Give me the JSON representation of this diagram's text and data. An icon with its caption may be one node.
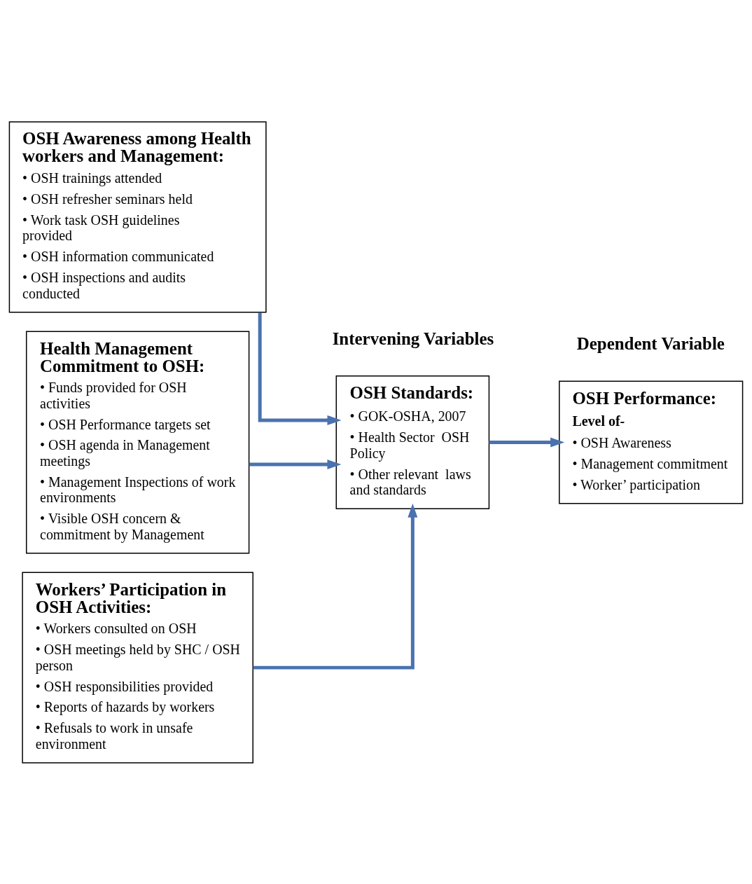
{
  "diagram": {
    "nodes": [
      {
        "text": [
          "OSH Awareness among Health workers and Management:",
          "• OSH trainings attended",
          "• OSH refresher seminars held",
          "• Work task OSH guidelines provided",
          "• OSH information communicated",
          "• OSH inspections and audits conducted"
        ]
      },
      {
        "text": [
          "Health Management Commitment to OSH:",
          "• Funds provided for OSH activities",
          "• OSH Performance targets set",
          "• OSH agenda in Management meetings",
          "• Management Inspections of work environments",
          "• Visible OSH concern & commitment by Management"
        ]
      },
      {
        "text": [
          "Workers’ Participation in OSH Activities:",
          "• Workers consulted on OSH",
          "• OSH meetings held by SHC / OSH person",
          "• OSH responsibilities provided",
          "• Reports of hazards by workers",
          "• Refusals to work in unsafe environment"
        ]
      },
      {
        "text": [
          "OSH Standards:",
          "• GOK-OSHA, 2007",
          "• Health Sector  OSH Policy",
          "• Other relevant  laws and standards"
        ]
      },
      {
        "text": [
          "OSH Performance:",
          "Level of-",
          "• OSH Awareness",
          "• Management commitment",
          "• Worker’ participation"
        ]
      }
    ],
    "edges": [
      {
        "from": 0,
        "to": 3,
        "arrow": "to"
      },
      {
        "from": 1,
        "to": 3,
        "arrow": "to"
      },
      {
        "from": 2,
        "to": 3,
        "arrow": "to"
      },
      {
        "from": 3,
        "to": 4,
        "arrow": "to"
      }
    ],
    "labels": [
      "Intervening Variables",
      "Dependent Variable"
    ]
  }
}
